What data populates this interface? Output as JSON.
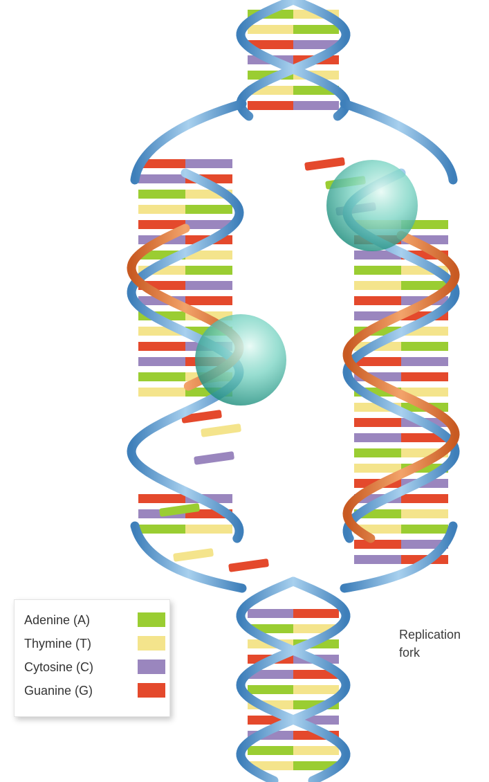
{
  "bases": [
    {
      "id": "A",
      "label": "Adenine (A)",
      "color": "#9ACD32"
    },
    {
      "id": "T",
      "label": "Thymine (T)",
      "color": "#F4E48C"
    },
    {
      "id": "C",
      "label": "Cytosine (C)",
      "color": "#9A86BE"
    },
    {
      "id": "G",
      "label": "Guanine (G)",
      "color": "#E4492C"
    }
  ],
  "annotation": {
    "line1": "Replication",
    "line2": "fork"
  },
  "colors": {
    "parent_strand": "#6FA8D6",
    "new_strand": "#E0783A",
    "polymerase": "#3DBBA6"
  }
}
